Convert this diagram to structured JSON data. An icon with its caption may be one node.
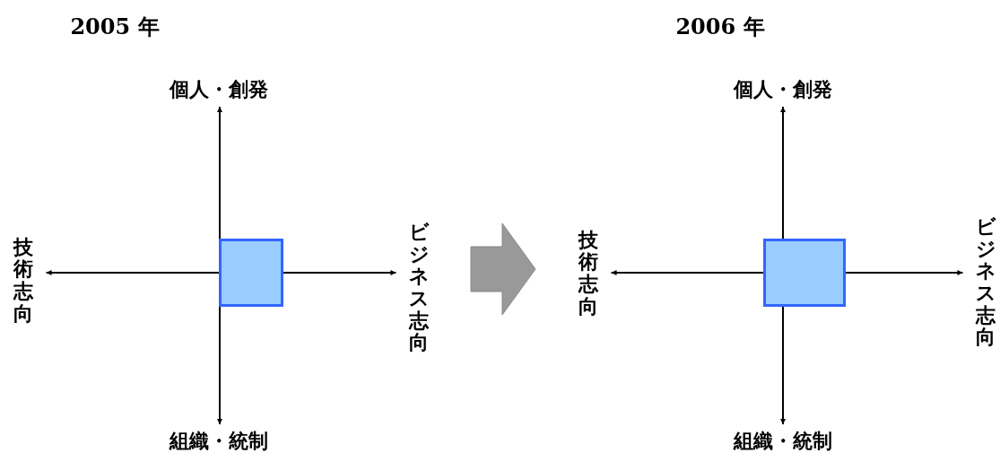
{
  "diagram": {
    "nodes": [
      {
        "text": [],
        "shape": "box"
      },
      {
        "text": [
          "個人・創発"
        ]
      },
      {
        "text": [
          "組織・統制"
        ]
      },
      {
        "text": [
          "技術志向"
        ]
      },
      {
        "text": [
          "ビジネス志向"
        ]
      },
      {
        "text": [],
        "shape": "box"
      },
      {
        "text": [
          "個人・創発"
        ]
      },
      {
        "text": [
          "組織・統制"
        ]
      },
      {
        "text": [
          "技術志向"
        ]
      },
      {
        "text": [
          "ビジネス志向"
        ]
      }
    ],
    "edges": [
      {
        "from": 0,
        "to": 1,
        "arrow": "to"
      },
      {
        "from": 0,
        "to": 2,
        "arrow": "to"
      },
      {
        "from": 0,
        "to": 3,
        "arrow": "to"
      },
      {
        "from": 0,
        "to": 4,
        "arrow": "to"
      },
      {
        "from": 5,
        "to": 6,
        "arrow": "to"
      },
      {
        "from": 5,
        "to": 7,
        "arrow": "to"
      },
      {
        "from": 5,
        "to": 8,
        "arrow": "to"
      },
      {
        "from": 5,
        "to": 9,
        "arrow": "to"
      }
    ],
    "labels": [
      "2005 年",
      "2006 年"
    ]
  }
}
